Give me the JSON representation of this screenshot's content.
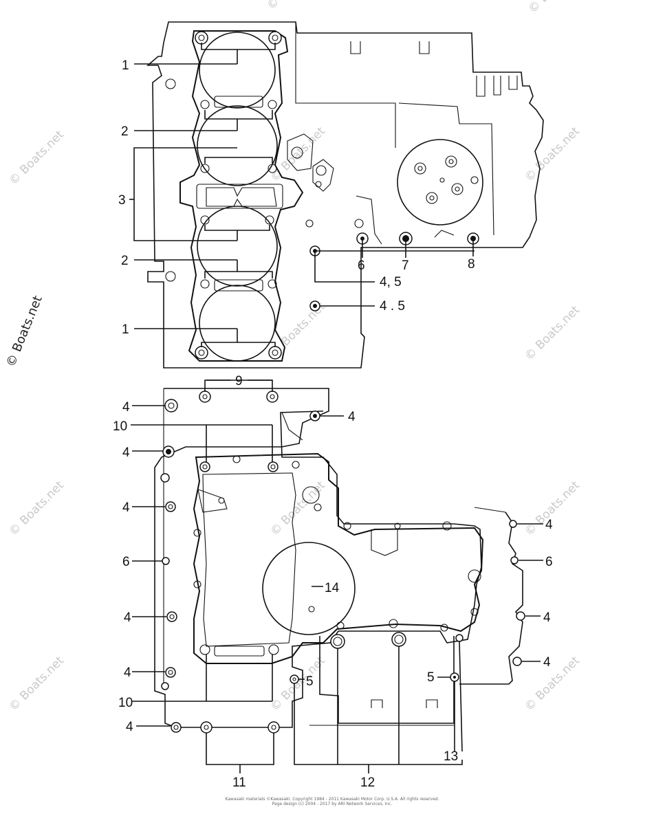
{
  "watermark": "© Boats.net",
  "callouts": [
    {
      "id": "c1a",
      "label": "1"
    },
    {
      "id": "c2a",
      "label": "2"
    },
    {
      "id": "c3",
      "label": "3"
    },
    {
      "id": "c2b",
      "label": "2"
    },
    {
      "id": "c1b",
      "label": "1"
    },
    {
      "id": "c6a",
      "label": "6"
    },
    {
      "id": "c7",
      "label": "7"
    },
    {
      "id": "c8",
      "label": "8"
    },
    {
      "id": "c45a",
      "label": "4, 5"
    },
    {
      "id": "c45b",
      "label": "4 . 5"
    },
    {
      "id": "c9",
      "label": "9"
    },
    {
      "id": "c4a",
      "label": "4"
    },
    {
      "id": "c4b",
      "label": "4"
    },
    {
      "id": "c10a",
      "label": "10"
    },
    {
      "id": "c4c",
      "label": "4"
    },
    {
      "id": "c4d",
      "label": "4"
    },
    {
      "id": "c6b",
      "label": "6"
    },
    {
      "id": "c4e",
      "label": "4"
    },
    {
      "id": "c4f",
      "label": "4"
    },
    {
      "id": "c10b",
      "label": "10"
    },
    {
      "id": "c4g",
      "label": "4"
    },
    {
      "id": "c11",
      "label": "11"
    },
    {
      "id": "c12",
      "label": "12"
    },
    {
      "id": "c13",
      "label": "13"
    },
    {
      "id": "c5a",
      "label": "5"
    },
    {
      "id": "c5b",
      "label": "5"
    },
    {
      "id": "c14",
      "label": "14"
    },
    {
      "id": "c4h",
      "label": "4"
    },
    {
      "id": "c6c",
      "label": "6"
    },
    {
      "id": "c4i",
      "label": "4"
    },
    {
      "id": "c4j",
      "label": "4"
    }
  ],
  "footer": {
    "line1": "Kawasaki materials ©Kawasaki. Copyright 1984 - 2011 Kawasaki Motor Corp. U.S.A. All rights reserved.",
    "line2": "Page design (c) 2004 - 2017 by ARI Network Services, Inc."
  }
}
